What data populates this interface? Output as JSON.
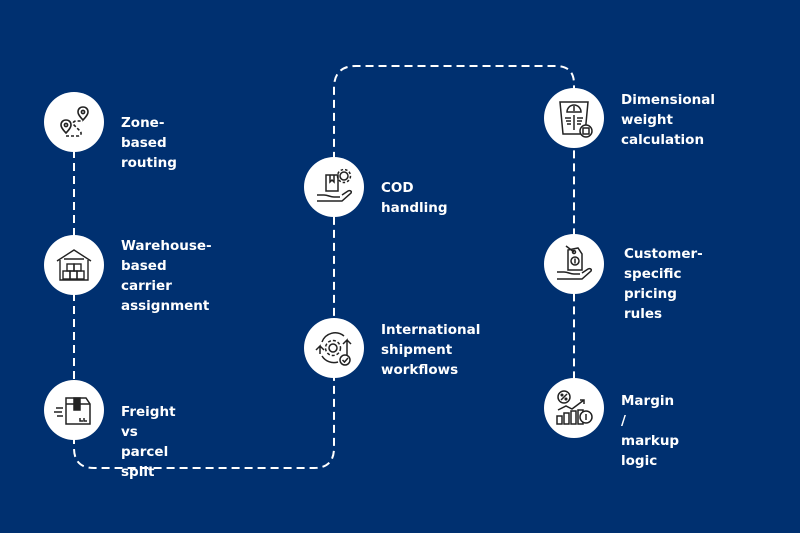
{
  "colors": {
    "background": "#003070",
    "circle": "#ffffff",
    "text": "#ffffff",
    "path": "#ffffff",
    "icon": "#222222"
  },
  "steps": [
    {
      "label": "Zone-based\nrouting",
      "icon": "map-route-icon"
    },
    {
      "label": "Warehouse-based\ncarrier\nassignment",
      "icon": "warehouse-icon"
    },
    {
      "label": "Freight vs parcel\nsplit",
      "icon": "fast-package-icon"
    },
    {
      "label": "COD handling",
      "icon": "hand-package-gear-icon"
    },
    {
      "label": "International\nshipment\nworkflows",
      "icon": "cycle-gear-check-icon"
    },
    {
      "label": "Dimensional\nweight\ncalculation",
      "icon": "weight-scale-icon"
    },
    {
      "label": "Customer-specific\npricing rules",
      "icon": "hand-price-tag-icon"
    },
    {
      "label": "Margin / markup\nlogic",
      "icon": "margin-chart-icon"
    }
  ]
}
